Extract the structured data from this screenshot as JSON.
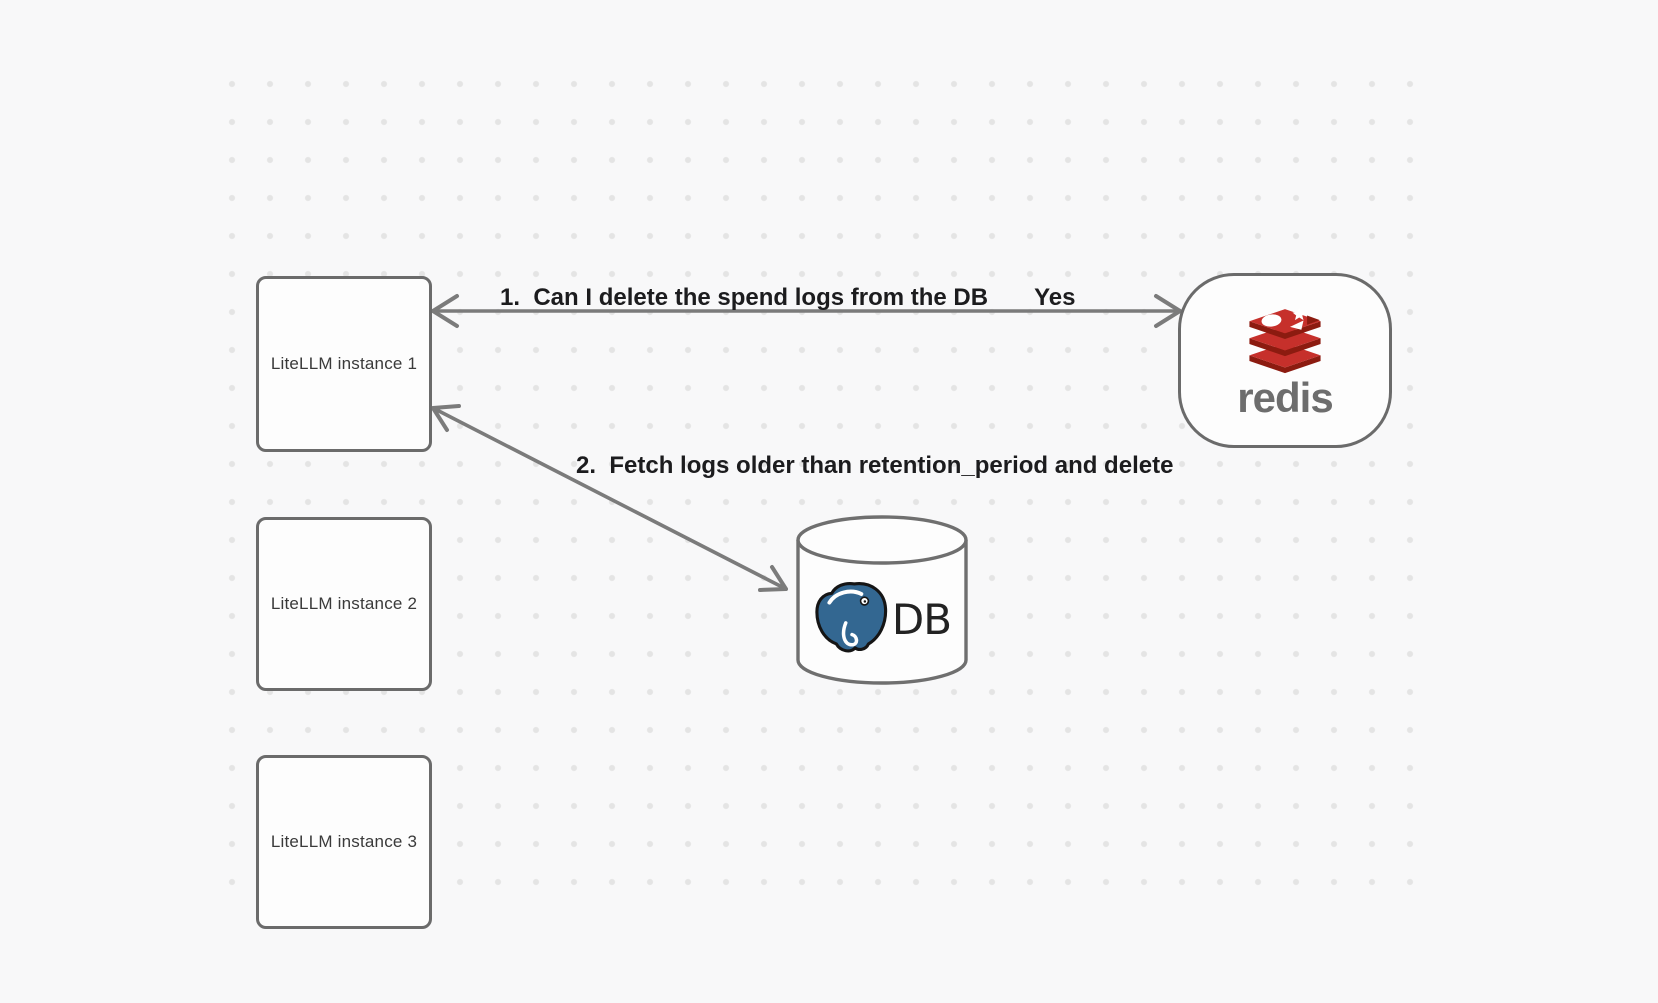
{
  "diagram": {
    "instances": [
      {
        "label": "LiteLLM instance 1"
      },
      {
        "label": "LiteLLM instance 2"
      },
      {
        "label": "LiteLLM instance 3"
      }
    ],
    "redis": {
      "wordmark": "redis"
    },
    "database": {
      "label": "DB"
    },
    "arrows": {
      "arrow1": {
        "question": "1.  Can I delete the spend logs from the DB",
        "answer": "Yes"
      },
      "arrow2": {
        "label": "2.  Fetch logs older than retention_period and delete"
      }
    },
    "colors": {
      "background": "#f8f8f9",
      "dot": "#e4e4e4",
      "node_border": "#6b6b6b",
      "arrow": "#7b7b7b",
      "label_text": "#1c1c1e",
      "redis_red": "#c6302b",
      "redis_dark_red": "#a41e11",
      "redis_wordmark_gray": "#6d6d6d",
      "postgres_blue": "#336791"
    }
  }
}
